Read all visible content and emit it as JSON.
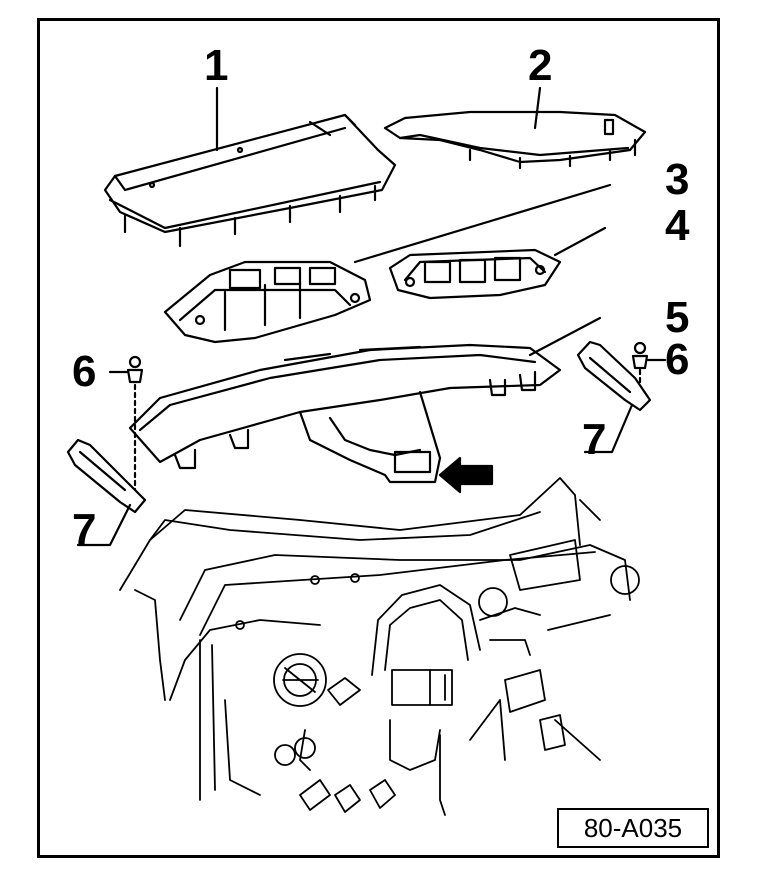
{
  "diagram": {
    "callouts": {
      "c1": "1",
      "c2": "2",
      "c3": "3",
      "c4": "4",
      "c5": "5",
      "c6_left": "6",
      "c6_right": "6",
      "c7_left": "7",
      "c7_right": "7"
    },
    "reference_code": "80-A035",
    "line_color": "#000000",
    "background_color": "#ffffff"
  }
}
